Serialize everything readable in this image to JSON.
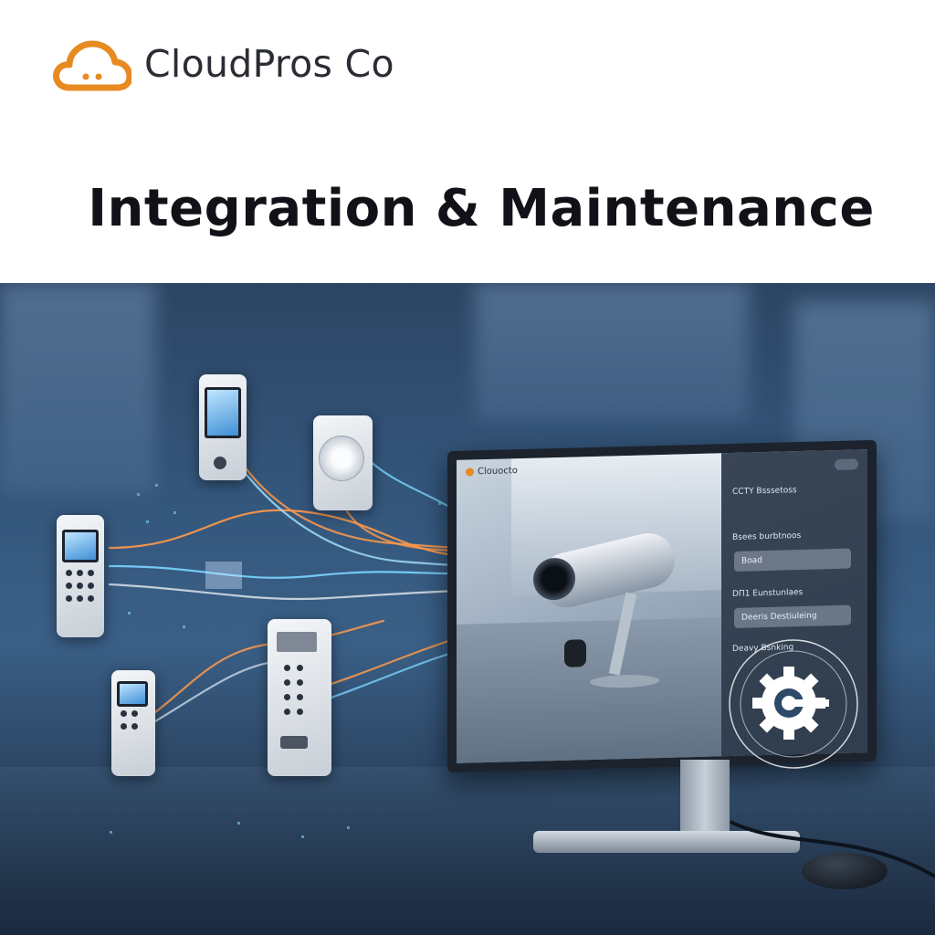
{
  "brand": {
    "name": "CloudPros Co",
    "logo_icon": "cloud-icon",
    "accent_color": "#e88a22"
  },
  "headline": "Integration & Maintenance",
  "monitor": {
    "app_title": "Clouocto",
    "panel_items": [
      "CCTY Bsssetoss",
      "Bsees burbtnoos",
      "Boad",
      "DΠ1 Eunstunlaes",
      "Deeris Destiuleing",
      "Deavy Bsnking"
    ]
  }
}
